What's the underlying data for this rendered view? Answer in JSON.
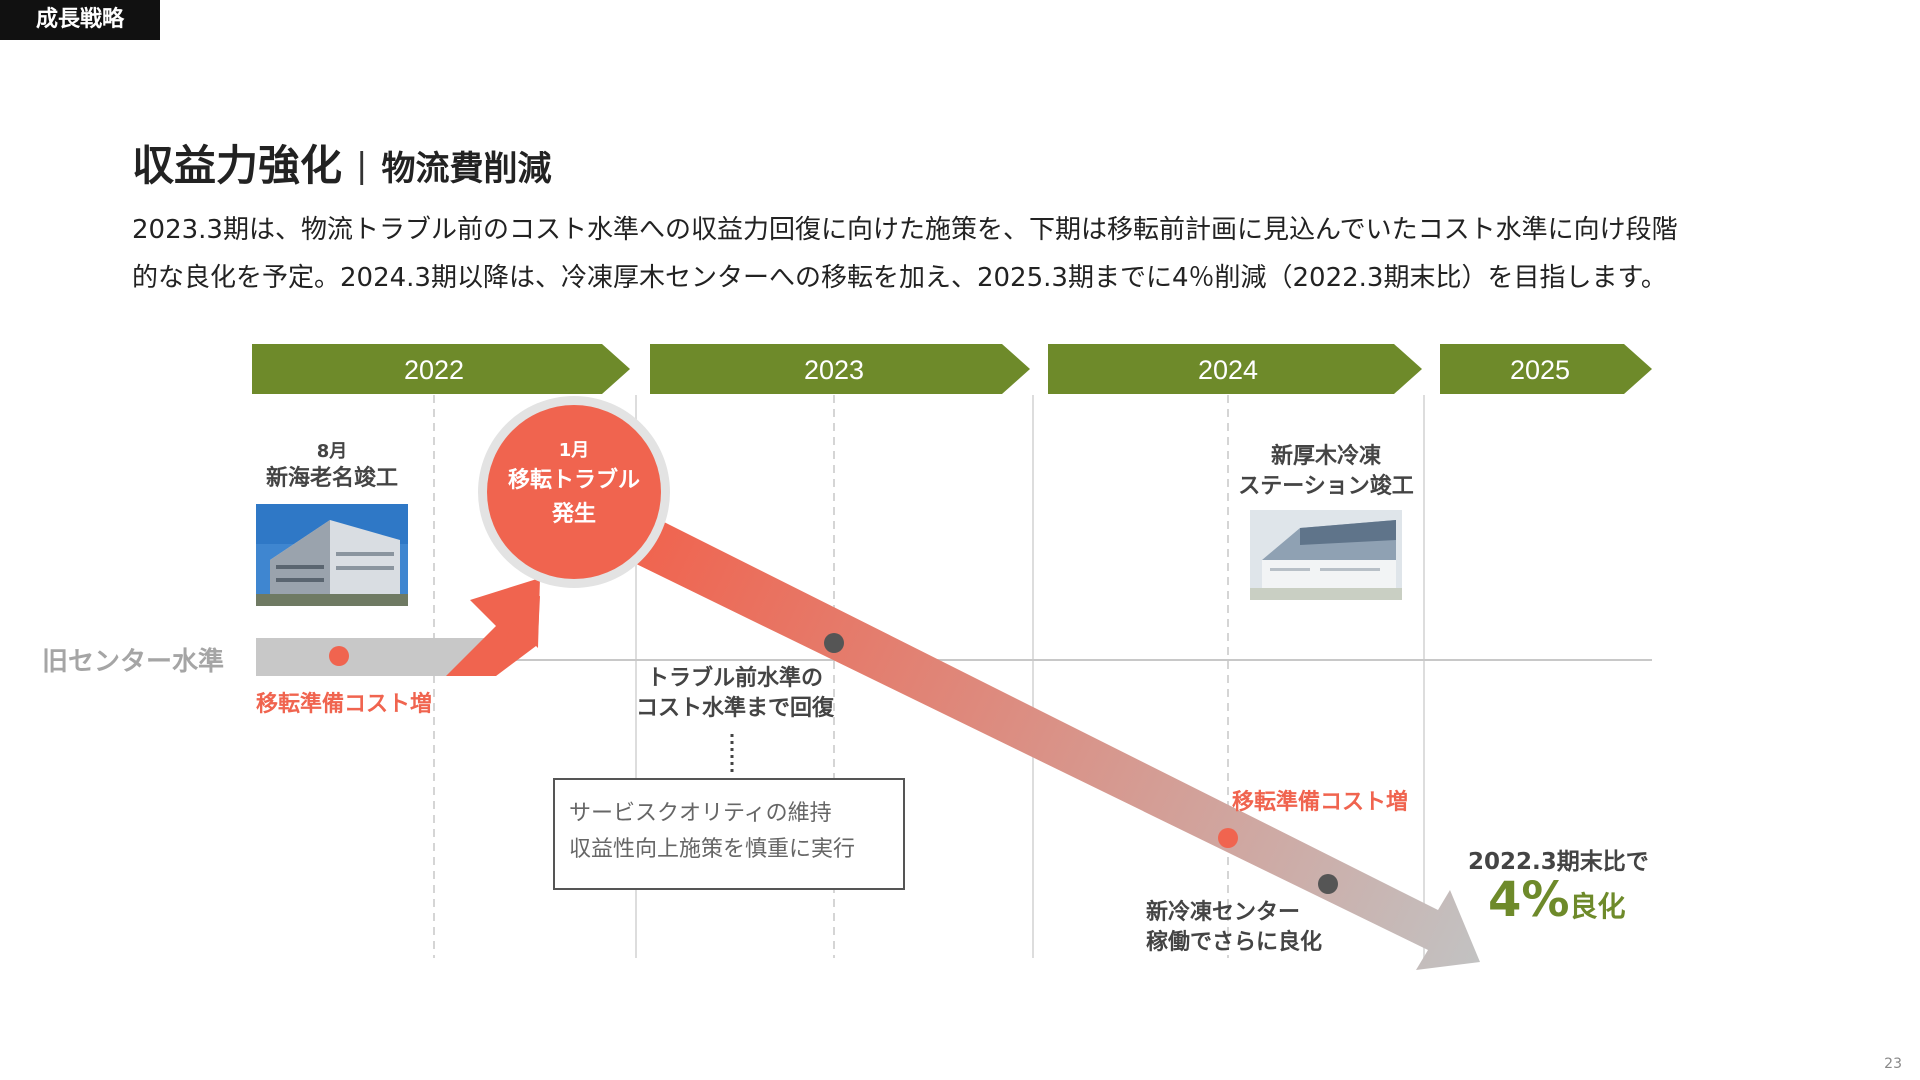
{
  "section_tag": "成長戦略",
  "title": {
    "main": "収益力強化",
    "separator": "|",
    "sub": "物流費削減"
  },
  "description": [
    "2023.3期は、物流トラブル前のコスト水準への収益力回復に向けた施策を、下期は移転前計画に見込んでいたコスト水準に向け段階",
    "的な良化を予定。2024.3期以降は、冷凍厚木センターへの移転を加え、2025.3期までに4％削減（2022.3期末比）を目指します。"
  ],
  "timeline": {
    "years": [
      "2022",
      "2023",
      "2024",
      "2025"
    ],
    "colors": {
      "year_band": "#6e8a2a",
      "accent_red": "#f0644f",
      "guide_line": "#d5d5d5",
      "baseline_bar": "#c8c8c8",
      "dot_dark": "#555555"
    }
  },
  "events": {
    "ebina": {
      "month": "8月",
      "label": "新海老名竣工"
    },
    "trouble": {
      "month": "1月",
      "line1": "移転トラブル",
      "line2": "発生"
    },
    "atsugi": {
      "line1": "新厚木冷凍",
      "line2": "ステーション竣工"
    }
  },
  "baseline_label": "旧センター水準",
  "labels": {
    "prep_cost_1": "移転準備コスト増",
    "recovery_line1": "トラブル前水準の",
    "recovery_line2": "コスト水準まで回復",
    "prep_cost_2": "移転準備コスト増",
    "new_center_line1": "新冷凍センター",
    "new_center_line2": "稼働でさらに良化"
  },
  "note": {
    "line1": "サービスクオリティの維持",
    "line2": "収益性向上施策を慎重に実行"
  },
  "result": {
    "prefix": "2022.3期末比で",
    "percent": "4%",
    "suffix": "良化"
  },
  "page_number": "23"
}
